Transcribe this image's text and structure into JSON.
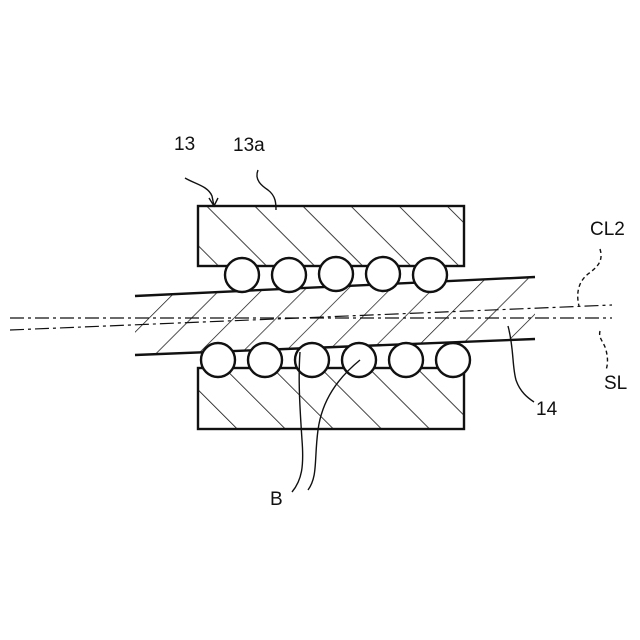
{
  "labels": {
    "housing": "13",
    "housing_surface": "13a",
    "center_line": "CL2",
    "straight_line": "SL",
    "shaft": "14",
    "balls": "B"
  },
  "colors": {
    "line": "#111111",
    "background": "#ffffff"
  }
}
